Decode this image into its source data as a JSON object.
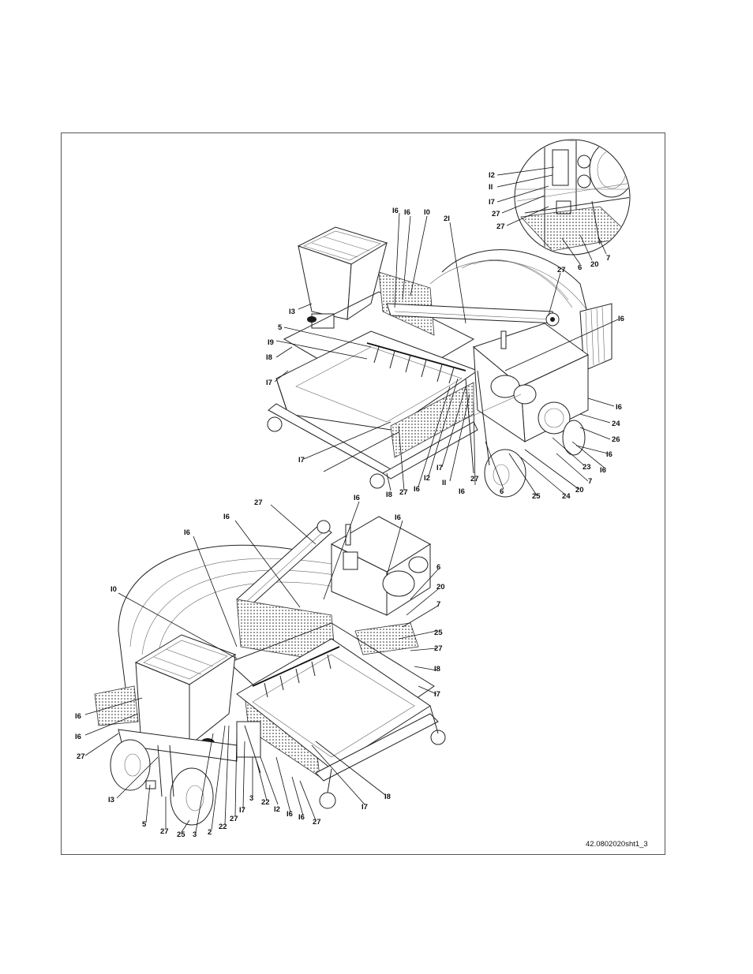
{
  "figure_ref": "42.0802020sht1_3",
  "callouts": {
    "inset": [
      {
        "t": "I2"
      },
      {
        "t": "II"
      },
      {
        "t": "I7"
      },
      {
        "t": "27"
      },
      {
        "t": "27"
      },
      {
        "t": "7"
      },
      {
        "t": "20"
      },
      {
        "t": "6"
      }
    ],
    "upper_view": [
      {
        "t": "I6"
      },
      {
        "t": "I6"
      },
      {
        "t": "I0"
      },
      {
        "t": "2I"
      },
      {
        "t": "27"
      },
      {
        "t": "I6"
      },
      {
        "t": "I3"
      },
      {
        "t": "5"
      },
      {
        "t": "I9"
      },
      {
        "t": "I8"
      },
      {
        "t": "I7"
      },
      {
        "t": "I6"
      },
      {
        "t": "24"
      },
      {
        "t": "26"
      },
      {
        "t": "I6"
      },
      {
        "t": "23"
      },
      {
        "t": "I6"
      },
      {
        "t": "7"
      },
      {
        "t": "20"
      },
      {
        "t": "24"
      },
      {
        "t": "25"
      },
      {
        "t": "6"
      },
      {
        "t": "27"
      },
      {
        "t": "II"
      },
      {
        "t": "I7"
      },
      {
        "t": "I2"
      },
      {
        "t": "I6"
      },
      {
        "t": "I6"
      },
      {
        "t": "27"
      },
      {
        "t": "I8"
      },
      {
        "t": "I7"
      }
    ],
    "lower_view": [
      {
        "t": "27"
      },
      {
        "t": "I6"
      },
      {
        "t": "I6"
      },
      {
        "t": "I6"
      },
      {
        "t": "I6"
      },
      {
        "t": "I0"
      },
      {
        "t": "6"
      },
      {
        "t": "20"
      },
      {
        "t": "7"
      },
      {
        "t": "25"
      },
      {
        "t": "27"
      },
      {
        "t": "I8"
      },
      {
        "t": "I7"
      },
      {
        "t": "I6"
      },
      {
        "t": "I6"
      },
      {
        "t": "27"
      },
      {
        "t": "I3"
      },
      {
        "t": "5"
      },
      {
        "t": "27"
      },
      {
        "t": "25"
      },
      {
        "t": "3"
      },
      {
        "t": "2"
      },
      {
        "t": "22"
      },
      {
        "t": "27"
      },
      {
        "t": "I7"
      },
      {
        "t": "3"
      },
      {
        "t": "22"
      },
      {
        "t": "I2"
      },
      {
        "t": "I6"
      },
      {
        "t": "I6"
      },
      {
        "t": "27"
      },
      {
        "t": "I7"
      },
      {
        "t": "I8"
      }
    ]
  }
}
